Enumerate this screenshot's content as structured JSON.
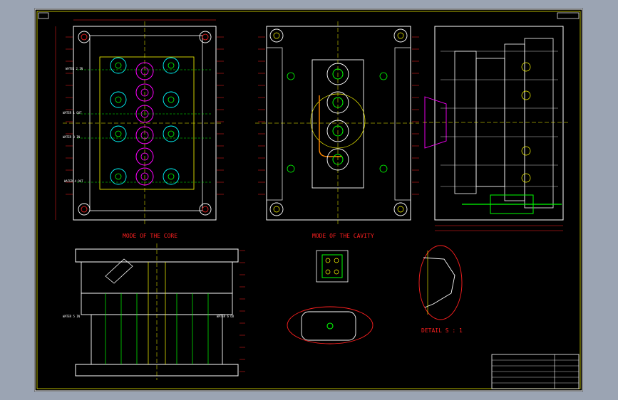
{
  "drawing": {
    "labels": {
      "core_title": "MODE OF THE CORE",
      "cavity_title": "MODE OF THE CAVITY",
      "detail_title": "DETAIL  S : 1",
      "water_labels_left": [
        "WATER 2 IN",
        "WATER 1 OUT",
        "WATER 3 IN",
        "WATER 4 OUT"
      ],
      "water_section_left": "WATER 5 IN",
      "water_section_right": "WATER 6 OU"
    },
    "colors": {
      "background": "#000000",
      "frame": "#ffffff",
      "outline": "#ffffff",
      "yellow": "#ffff00",
      "green": "#00ff00",
      "cyan": "#00ffff",
      "magenta": "#ff00ff",
      "red": "#ff2020",
      "orange": "#ff8800"
    }
  }
}
